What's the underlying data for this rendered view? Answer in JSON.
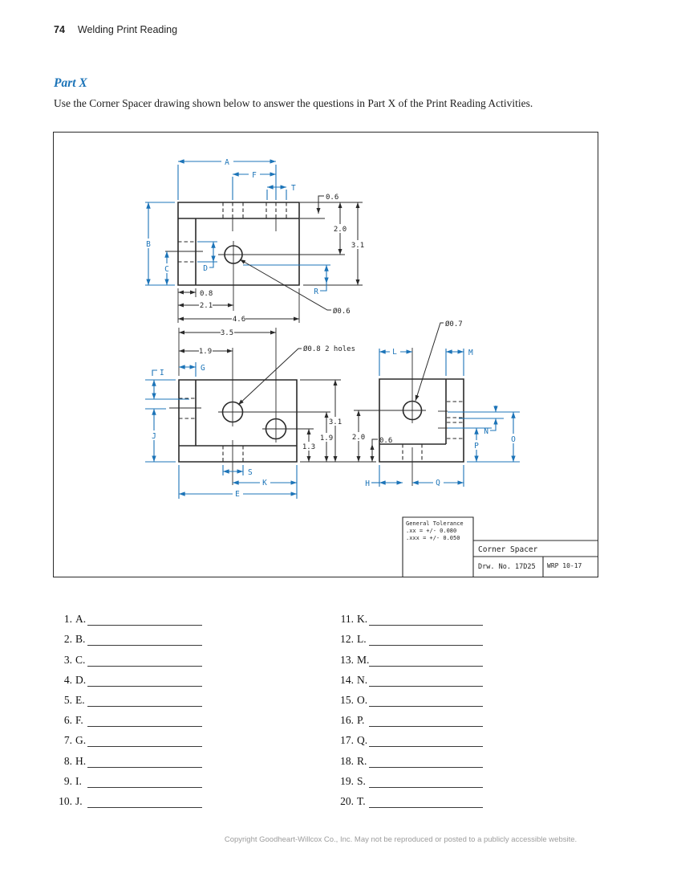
{
  "page": {
    "number": "74",
    "header": "Welding Print Reading",
    "section": "Part X",
    "intro": "Use the Corner Spacer drawing shown below to answer the questions in Part X of the Print Reading Activities.",
    "footer": "Copyright Goodheart-Willcox Co., Inc. May not be reproduced or posted to a publicly accessible website."
  },
  "drawing": {
    "title_block": {
      "tolerance_title": "General Tolerance",
      "tolerance_xx": ".xx = +/- 0.080",
      "tolerance_xxx": ".xxx = +/- 0.050",
      "part_name": "Corner Spacer",
      "drawing_no": "Drw. No. 17D25",
      "code": "WRP 10-17"
    },
    "letters": {
      "A": "A",
      "B": "B",
      "C": "C",
      "D": "D",
      "E": "E",
      "F": "F",
      "G": "G",
      "H": "H",
      "I": "I",
      "J": "J",
      "K": "K",
      "L": "L",
      "M": "M",
      "N": "N",
      "O": "O",
      "P": "P",
      "Q": "Q",
      "R": "R",
      "S": "S",
      "T": "T"
    },
    "values": {
      "t06": "0.6",
      "t20": "2.0",
      "t31": "3.1",
      "t08": "0.8",
      "t21": "2.1",
      "t46": "4.6",
      "tdia": "Ø0.6",
      "f35": "3.5",
      "f19a": "1.9",
      "fdia": "Ø0.8 2 holes",
      "f31": "3.1",
      "f19b": "1.9",
      "f13": "1.3",
      "sdia": "Ø0.7",
      "s20": "2.0",
      "s06": "0.6"
    }
  },
  "questions": {
    "rows": [
      {
        "n": "1.",
        "l": "A."
      },
      {
        "n": "2.",
        "l": "B."
      },
      {
        "n": "3.",
        "l": "C."
      },
      {
        "n": "4.",
        "l": "D."
      },
      {
        "n": "5.",
        "l": "E."
      },
      {
        "n": "6.",
        "l": "F."
      },
      {
        "n": "7.",
        "l": "G."
      },
      {
        "n": "8.",
        "l": "H."
      },
      {
        "n": "9.",
        "l": "I."
      },
      {
        "n": "10.",
        "l": "J."
      },
      {
        "n": "11.",
        "l": "K."
      },
      {
        "n": "12.",
        "l": "L."
      },
      {
        "n": "13.",
        "l": "M."
      },
      {
        "n": "14.",
        "l": "N."
      },
      {
        "n": "15.",
        "l": "O."
      },
      {
        "n": "16.",
        "l": "P."
      },
      {
        "n": "17.",
        "l": "Q."
      },
      {
        "n": "18.",
        "l": "R."
      },
      {
        "n": "19.",
        "l": "S."
      },
      {
        "n": "20.",
        "l": "T."
      }
    ]
  }
}
